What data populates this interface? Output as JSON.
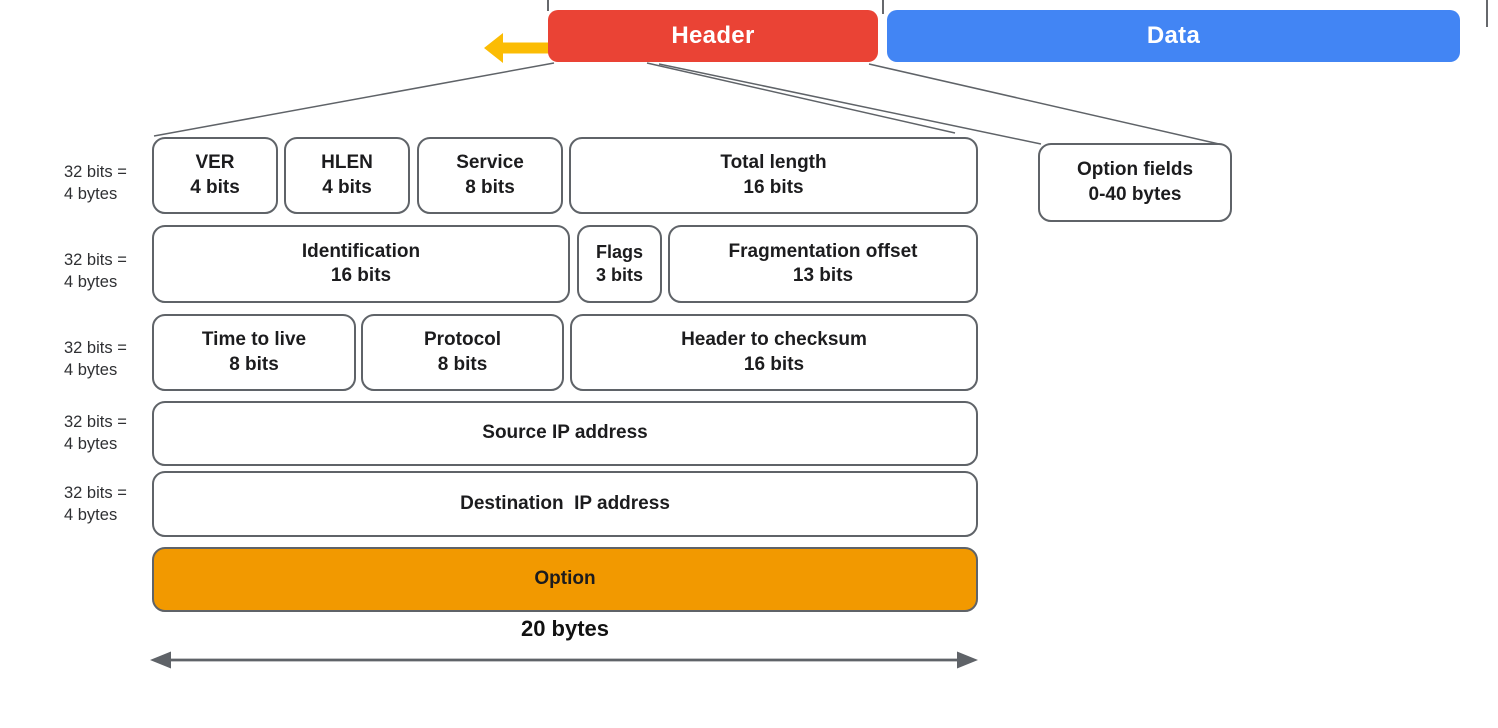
{
  "palette": {
    "red": "#EA4335",
    "blue": "#4285F4",
    "yellow": "#FBBC04",
    "orange": "#F29900",
    "line": "#5F6368"
  },
  "top": {
    "header": {
      "label": "Header"
    },
    "data": {
      "label": "Data"
    }
  },
  "side_label": {
    "line1": "32 bits =",
    "line2": "4 bytes"
  },
  "header_fields": {
    "row1": [
      {
        "name": "VER",
        "size": "4 bits"
      },
      {
        "name": "HLEN",
        "size": "4 bits"
      },
      {
        "name": "Service",
        "size": "8 bits"
      },
      {
        "name": "Total length",
        "size": "16 bits"
      }
    ],
    "row2": [
      {
        "name": "Identification",
        "size": "16 bits"
      },
      {
        "name": "Flags",
        "size": "3 bits"
      },
      {
        "name": "Fragmentation offset",
        "size": "13 bits"
      }
    ],
    "row3": [
      {
        "name": "Time to live",
        "size": "8 bits"
      },
      {
        "name": "Protocol",
        "size": "8 bits"
      },
      {
        "name": "Header to checksum",
        "size": "16 bits"
      }
    ],
    "row4": {
      "name": "Source IP address"
    },
    "row5": {
      "name": "Destination  IP address"
    },
    "row6": {
      "name": "Option"
    }
  },
  "option_fields_box": {
    "name": "Option fields",
    "size": "0-40 bytes"
  },
  "footer": {
    "total_size": "20 bytes"
  }
}
